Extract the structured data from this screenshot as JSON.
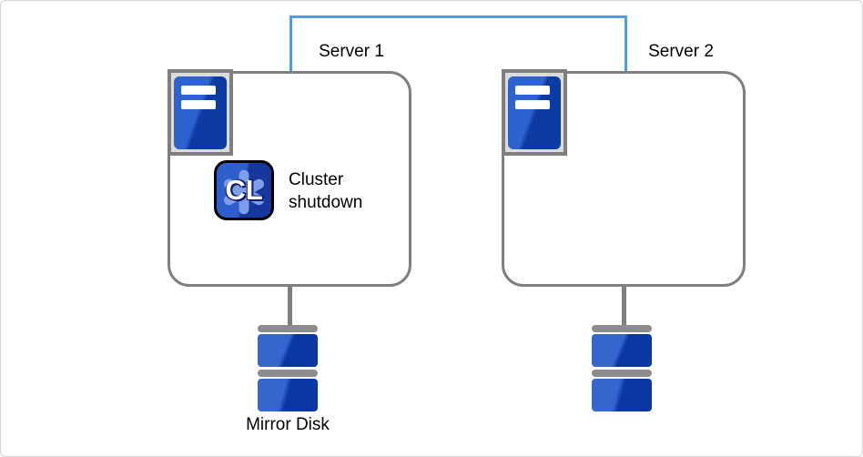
{
  "diagram": {
    "servers": [
      {
        "label": "Server 1"
      },
      {
        "label": "Server 2"
      }
    ],
    "annotation": {
      "text": "Cluster shutdown"
    },
    "cl_badge": {
      "text": "CL"
    },
    "disks": {
      "label": "Mirror Disk"
    },
    "colors": {
      "interconnect_blue": "#5b9bd5",
      "outline_gray": "#7f7f7f",
      "disk_bar_gray": "#8c8c8c",
      "blue_light": "#2f62cc",
      "blue_dark": "#0d3aa3",
      "gear_blue": "#7e9fe8",
      "icon_frame_fill": "#dcdcdc"
    }
  }
}
